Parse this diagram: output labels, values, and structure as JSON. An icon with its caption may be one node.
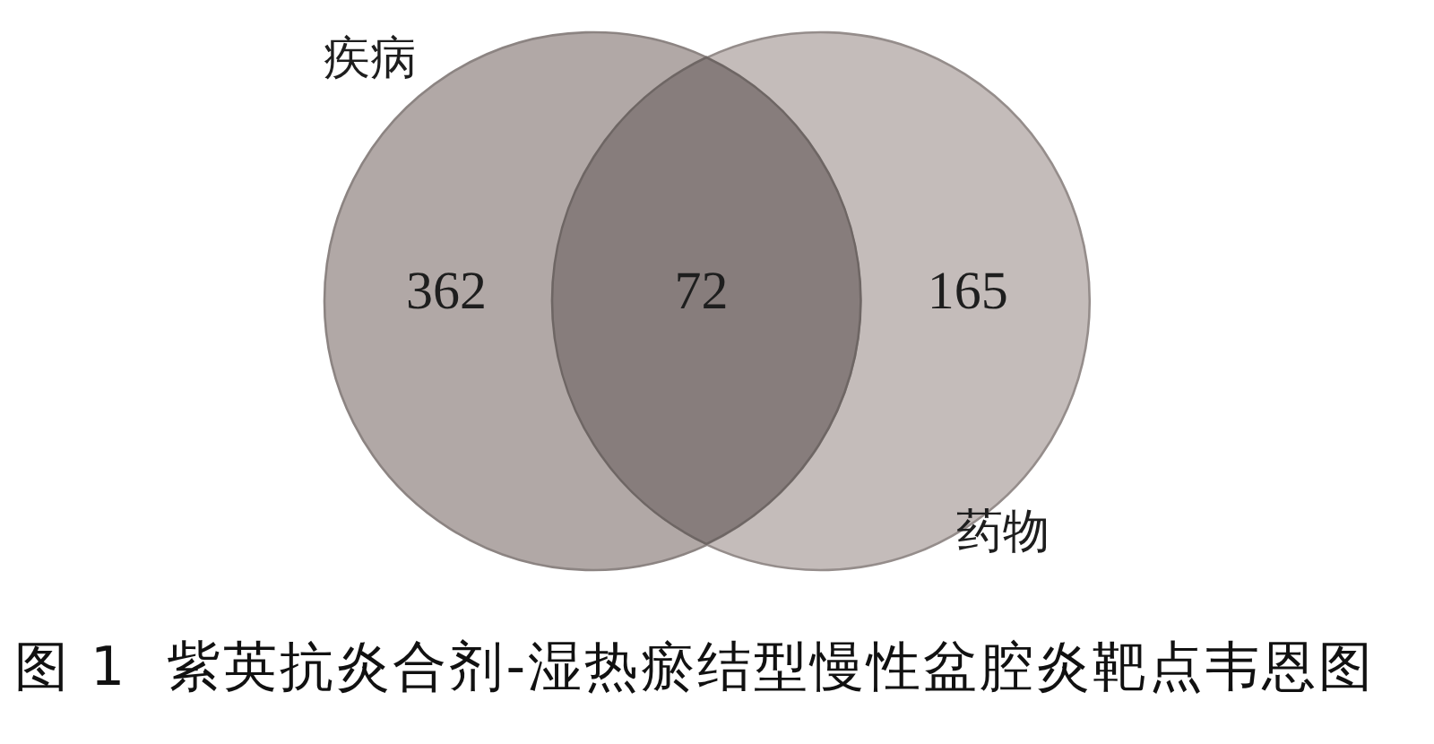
{
  "diagram": {
    "caption": "图 1  紫英抗炎合剂-湿热瘀结型慢性盆腔炎靶点韦恩图",
    "nodes": [
      {
        "text": [
          "疾病",
          "362"
        ]
      },
      {
        "text": [
          "72"
        ]
      },
      {
        "text": [
          "165",
          "药物"
        ]
      }
    ]
  }
}
